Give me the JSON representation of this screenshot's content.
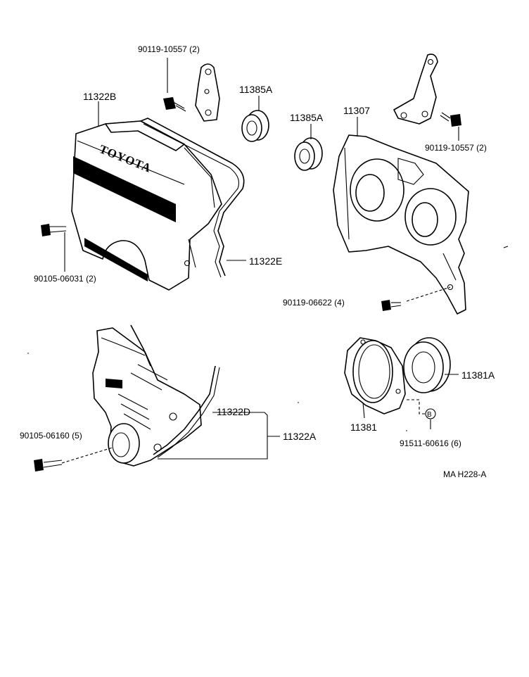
{
  "labels": {
    "bolt_top_left": "90119-10557 (2)",
    "upper_cover": "11322B",
    "seal_top_1": "11385A",
    "seal_top_2": "11385A",
    "backing_plate": "11307",
    "bolt_top_right": "90119-10557 (2)",
    "bolt_left": "90105-06031 (2)",
    "gasket_e": "11322E",
    "bolt_right": "90119-06622 (4)",
    "gasket_d": "11322D",
    "lower_cover": "11322A",
    "bolt_lower_left": "90105-06160 (5)",
    "rear_seal": "11381A",
    "retainer": "11381",
    "bolt_b_marker": "B",
    "bolt_b": "91511-60616 (6)",
    "diagram_code": "MA  H228-A",
    "toyota_embossing": "TOYOTA"
  },
  "colors": {
    "line": "#000000",
    "background": "#ffffff"
  }
}
